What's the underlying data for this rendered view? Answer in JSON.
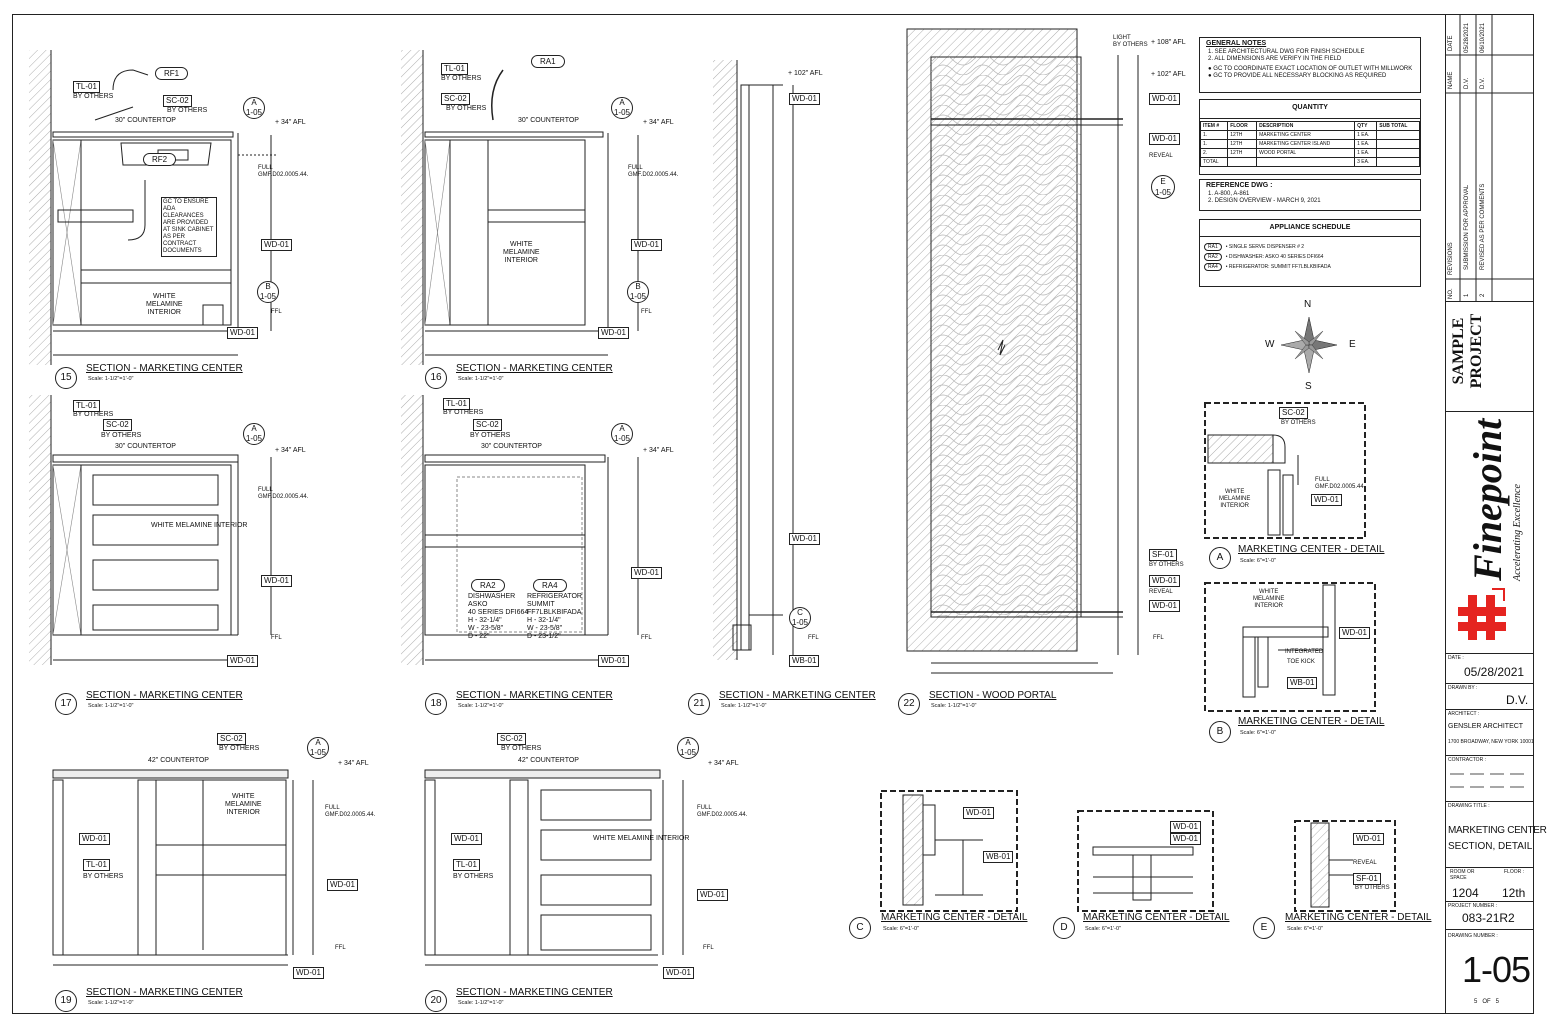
{
  "sections": [
    {
      "num": "15",
      "title": "SECTION - MARKETING CENTER",
      "scale": "Scale: 1-1/2\"=1'-0\""
    },
    {
      "num": "16",
      "title": "SECTION - MARKETING CENTER",
      "scale": "Scale: 1-1/2\"=1'-0\""
    },
    {
      "num": "17",
      "title": "SECTION - MARKETING CENTER",
      "scale": "Scale: 1-1/2\"=1'-0\""
    },
    {
      "num": "18",
      "title": "SECTION - MARKETING CENTER",
      "scale": "Scale: 1-1/2\"=1'-0\""
    },
    {
      "num": "19",
      "title": "SECTION - MARKETING CENTER",
      "scale": "Scale: 1-1/2\"=1'-0\""
    },
    {
      "num": "20",
      "title": "SECTION - MARKETING CENTER",
      "scale": "Scale: 1-1/2\"=1'-0\""
    },
    {
      "num": "21",
      "title": "SECTION - MARKETING CENTER",
      "scale": "Scale: 1-1/2\"=1'-0\""
    },
    {
      "num": "22",
      "title": "SECTION - WOOD PORTAL",
      "scale": "Scale: 1-1/2\"=1'-0\""
    }
  ],
  "details": [
    {
      "num": "A",
      "title": "MARKETING CENTER - DETAIL",
      "scale": "Scale: 6\"=1'-0\""
    },
    {
      "num": "B",
      "title": "MARKETING CENTER - DETAIL",
      "scale": "Scale: 6\"=1'-0\""
    },
    {
      "num": "C",
      "title": "MARKETING CENTER - DETAIL",
      "scale": "Scale: 6\"=1'-0\""
    },
    {
      "num": "D",
      "title": "MARKETING CENTER - DETAIL",
      "scale": "Scale: 6\"=1'-0\""
    },
    {
      "num": "E",
      "title": "MARKETING CENTER - DETAIL",
      "scale": "Scale: 6\"=1'-0\""
    }
  ],
  "tags": {
    "tl01": "TL-01",
    "sc02": "SC-02",
    "wd01": "WD-01",
    "wb01": "WB-01",
    "sf01": "SF-01",
    "rf1": "RF1",
    "rf2": "RF2",
    "ra1": "RA1",
    "ra2": "RA2",
    "ra4": "RA4",
    "by_others": "BY OTHERS",
    "ffl": "FFL",
    "afl34": "+ 34\" AFL",
    "afl102": "+ 102\" AFL",
    "afl108": "+ 108\" AFL",
    "countertop30": "30\" COUNTERTOP",
    "countertop42": "42\" COUNTERTOP",
    "full": "FULL",
    "full_ref": "GMF.D02.0005.44.",
    "white_mel": "WHITE MELAMINE INTERIOR",
    "white": "WHITE",
    "melamine": "MELAMINE",
    "interior": "INTERIOR",
    "reveal": "REVEAL",
    "light": "LIGHT",
    "integrated": "INTEGRATED",
    "toe_kick": "TOE KICK",
    "ada_note": "GC TO ENSURE ADA CLEARANCES ARE PROVIDED AT SINK CABINET AS PER CONTRACT DOCUMENTS",
    "ra2_text": [
      "DISHWASHER",
      "ASKO",
      "40 SERIES DFI664",
      "H - 32-1/4\"",
      "W - 23-5/8\"",
      "D - 22\""
    ],
    "ra4_text": [
      "REFRIGERATOR",
      "SUMMIT",
      "FF7LBLKBIFADA",
      "H - 32-1/4\"",
      "W - 23-5/8\"",
      "D - 23-1/2\""
    ],
    "ref_a105": "1-05",
    "circ_a": "A",
    "circ_b": "B",
    "circ_c": "C",
    "circ_e": "E"
  },
  "general_notes": {
    "title": "GENERAL NOTES",
    "items": [
      "1.  SEE ARCHITECTURAL DWG FOR FINISH SCHEDULE",
      "2.  ALL DIMENSIONS ARE VERIFY IN THE FIELD",
      "GC TO COORDINATE EXACT LOCATION OF OUTLET WITH MILLWORK",
      "GC TO PROVIDE ALL NECESSARY BLOCKING AS REQUIRED"
    ]
  },
  "quantity": {
    "title": "QUANTITY",
    "headers": [
      "ITEM #",
      "FLOOR",
      "DESCRIPTION",
      "QTY",
      "SUB TOTAL"
    ],
    "rows": [
      [
        "1.",
        "12TH",
        "MARKETING CENTER",
        "1 EA.",
        ""
      ],
      [
        "1.",
        "12TH",
        "MARKETING CENTER ISLAND",
        "1 EA.",
        ""
      ],
      [
        "2.",
        "12TH",
        "WOOD PORTAL",
        "1 EA.",
        ""
      ]
    ],
    "total_label": "TOTAL",
    "total_qty": "3 EA."
  },
  "reference": {
    "title": "REFERENCE DWG :",
    "items": [
      "1.  A-800, A-861",
      "2.  DESIGN OVERVIEW  -  MARCH 9, 2021"
    ]
  },
  "appliance": {
    "title": "APPLIANCE SCHEDULE",
    "rows": [
      [
        "RA1",
        "• SINGLE SERVE DISPENSER # 2"
      ],
      [
        "RA2",
        "• DISHWASHER: ASKO 40 SERIES DFI664"
      ],
      [
        "RA4",
        "• REFRIGERATOR: SUMMIT FF7LBLKBIFADA"
      ]
    ]
  },
  "compass": {
    "n": "N",
    "s": "S",
    "e": "E",
    "w": "W"
  },
  "revisions": {
    "headers": [
      "NO.",
      "REVISIONS",
      "NAME",
      "DATE"
    ],
    "rows": [
      [
        "1",
        "SUBMISSION  FOR  APPROVAL",
        "D.V.",
        "05/28/2021"
      ],
      [
        "2",
        "REVISED  AS  PER  COMMENTS",
        "D.V.",
        "06/10/2021"
      ]
    ]
  },
  "title_block": {
    "project": "SAMPLE PROJECT",
    "company": "Finepoint",
    "tagline": "Accelerating Excellence",
    "date_label": "DATE :",
    "date": "05/28/2021",
    "drawn_label": "DRAWN BY :",
    "drawn": "D.V.",
    "architect_label": "ARCHITECT :",
    "architect": "GENSLER ARCHITECT",
    "architect_addr": "1700 BROADWAY, NEW YORK 10001",
    "contractor_label": "CONTRACTOR :",
    "drawing_title_label": "DRAWING  TITLE :",
    "drawing_title_1": "MARKETING CENTER",
    "drawing_title_2": "SECTION, DETAIL",
    "room_label": "ROOM OR SPACE",
    "room": "1204",
    "floor_label": "FLOOR :",
    "floor": "12th",
    "project_num_label": "PROJECT  NUMBER :",
    "project_num": "083-21R2",
    "drawing_num_label": "DRAWING  NUMBER :",
    "drawing_num": "1-05",
    "sheet": "5   OF   5"
  },
  "colors": {
    "accent_red": "#e52420",
    "line": "#222222",
    "hatch": "#999999"
  }
}
